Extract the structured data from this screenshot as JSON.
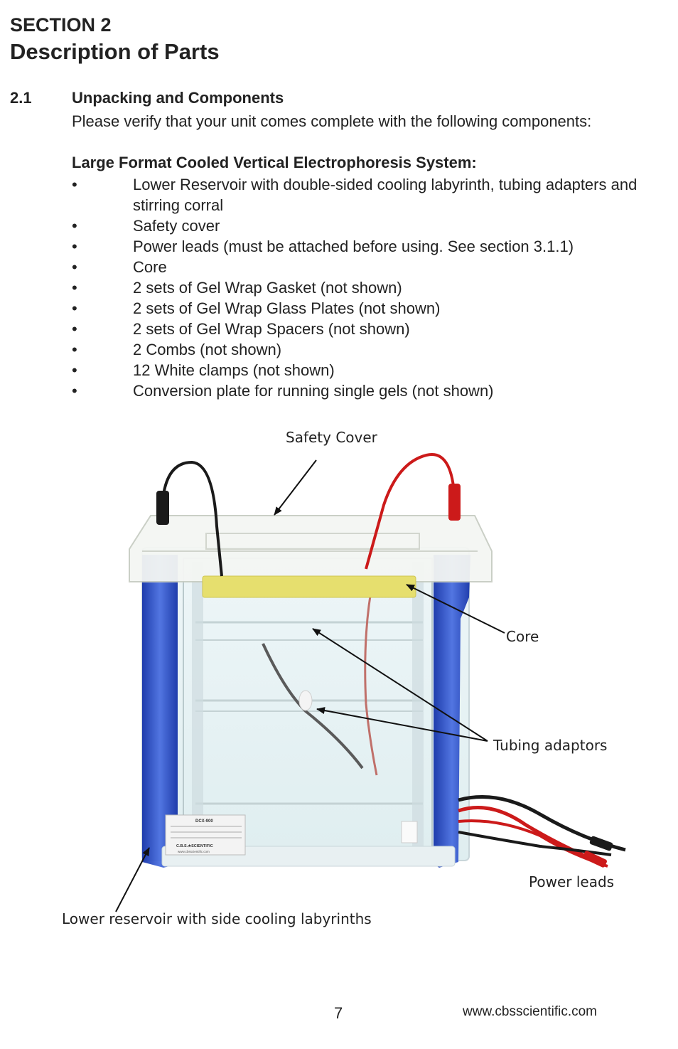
{
  "section": {
    "label": "SECTION 2",
    "title": "Description of Parts"
  },
  "subsection": {
    "number": "2.1",
    "title": "Unpacking and Components",
    "intro": "Please verify that your unit comes complete with the following components:"
  },
  "components": {
    "title": "Large Format Cooled Vertical Electrophoresis System:",
    "bullet": "•",
    "items": [
      "Lower Reservoir with double-sided cooling labyrinth, tubing adapters and stirring corral",
      "Safety cover",
      "Power leads (must be attached before using. See section 3.1.1)",
      "Core",
      "2 sets of Gel Wrap Gasket (not shown)",
      "2 sets of Gel Wrap Glass Plates (not shown)",
      "2 sets of Gel Wrap Spacers (not shown)",
      "2 Combs (not shown)",
      "12 White clamps (not shown)",
      "Conversion plate for running single gels (not shown)"
    ]
  },
  "figure": {
    "captions": {
      "safety_cover": "Safety Cover",
      "core": "Core",
      "tubing": "Tubing adaptors",
      "power": "Power leads",
      "reservoir": "Lower reservoir with side cooling labyrinths"
    },
    "label_plate": {
      "model": "DCX-900",
      "brand": "C.B.S.★SCIENTIFIC",
      "url": "www.cbsscientific.com"
    },
    "colors": {
      "blue_frame": "#1b3fb8",
      "yellow_core": "#e8e070",
      "red_lead": "#cc1a1a",
      "black_lead": "#1a1a1a"
    }
  },
  "footer": {
    "page": "7",
    "website": "www.cbsscientific.com"
  }
}
